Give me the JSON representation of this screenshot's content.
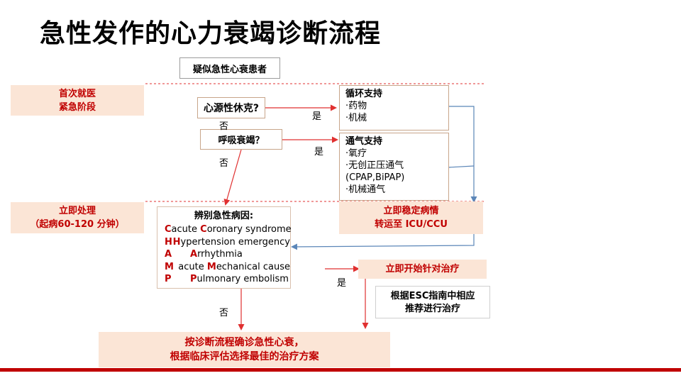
{
  "title": "急性发作的心力衰竭诊断流程",
  "start": "疑似急性心衰患者",
  "phases": {
    "p1_line1": "首次就医",
    "p1_line2": "紧急阶段",
    "p2_line1": "立即处理",
    "p2_line2": "（起病60-120 分钟）"
  },
  "decisions": {
    "shock": "心源性休克?",
    "resp": "呼吸衰竭？"
  },
  "labels": {
    "yes1": "是",
    "yes2": "是",
    "yes3": "是",
    "no1": "否",
    "no2": "否",
    "no3": "否"
  },
  "support_circ": {
    "title": "循环支持",
    "items": [
      "·药物",
      "·机械"
    ]
  },
  "support_vent": {
    "title": "通气支持",
    "items": [
      "·氧疗",
      "·无创正压通气",
      "(CPAP,BiPAP)",
      "·机械通气"
    ]
  },
  "stabilize": {
    "line1": "立即稳定病情",
    "line2": "转运至 ICU/CCU"
  },
  "champ": {
    "title": "辨别急性病因:",
    "rows": [
      {
        "letter": "C",
        "first": "C",
        "pre": "acute ",
        "rest": "oronary syndrome"
      },
      {
        "letter": "H",
        "first": "H",
        "pre": "",
        "rest": "ypertension emergency"
      },
      {
        "letter": "A",
        "first": "A",
        "pre": "",
        "rest": "rrhythmia"
      },
      {
        "letter": "M",
        "first": "M",
        "pre": "acute ",
        "rest": "echanical cause"
      },
      {
        "letter": "P",
        "first": "P",
        "pre": "",
        "rest": "ulmonary embolism"
      }
    ]
  },
  "treat_now": "立即开始针对治疗",
  "esc": {
    "line1": "根据ESC指南中相应",
    "line2": "推荐进行治疗"
  },
  "final": {
    "line1": "按诊断流程确诊急性心衰，",
    "line2": "根据临床评估选择最佳的治疗方案"
  },
  "colors": {
    "red": "#c00000",
    "arrow_red": "#e03030",
    "arrow_blue": "#5b86b8",
    "pink_bg": "#fbe5d6",
    "bottom_bar": "#c00000"
  }
}
